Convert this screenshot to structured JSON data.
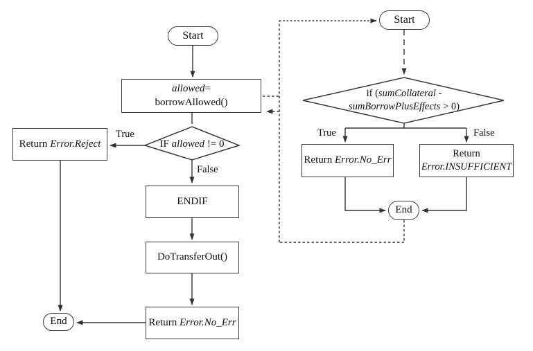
{
  "diagram": {
    "background_color": "#ffffff",
    "line_color": "#333333",
    "text_color": "#111111"
  },
  "left_chart": {
    "start_label": "Start",
    "assign": {
      "var": "allowed",
      "eq": "=",
      "call": "borrowAllowed()"
    },
    "decision": {
      "prefix": "IF ",
      "var": "allowed",
      "suffix": " != 0"
    },
    "true_label": "True",
    "false_label": "False",
    "reject": {
      "prefix": "Return ",
      "value": "Error.Reject"
    },
    "endif_label": "ENDIF",
    "transfer_label": "DoTransferOut()",
    "return_no_err": {
      "prefix": "Return ",
      "value": "Error.No_Err"
    },
    "end_label": "End"
  },
  "right_chart": {
    "start_label": "Start",
    "decision": {
      "line1_prefix": "if (",
      "line1_var": "sumCollateral",
      "line1_suffix": " -",
      "line2_var": "sumBorrowPlusEffects",
      "line2_suffix": " > 0)"
    },
    "true_label": "True",
    "false_label": "False",
    "return_no_err": {
      "prefix": "Return ",
      "value": "Error.No_Err"
    },
    "return_insufficient": {
      "line1": "Return",
      "line2": "Error.INSUFFICIENT"
    },
    "end_label": "End"
  }
}
